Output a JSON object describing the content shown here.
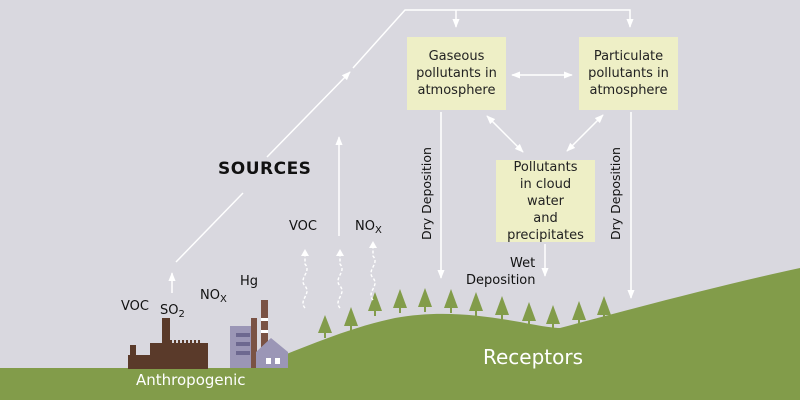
{
  "boxes": {
    "gaseous": "Gaseous\npollutants in\natmosphere",
    "particulate": "Particulate\npollutants in\natmosphere",
    "cloud": "Pollutants\nin cloud water\nand\nprecipitates"
  },
  "labels": {
    "sources": "SOURCES",
    "dry_deposition_1": "Dry Deposition",
    "dry_deposition_2": "Dry Deposition",
    "wet_deposition_line1": "Wet",
    "wet_deposition_line2": "Deposition",
    "receptors": "Receptors",
    "anthropogenic": "Anthropogenic",
    "voc_natural": "VOC",
    "nox_natural_base": "NO",
    "nox_natural_sub": "X",
    "voc_industry": "VOC",
    "so2_base": "SO",
    "so2_sub": "2",
    "nox_industry_base": "NO",
    "nox_industry_sub": "X",
    "hg": "Hg"
  },
  "colors": {
    "background": "#d9d8df",
    "box_fill": "#eeefc6",
    "ground": "#829c4a",
    "tree": "#829c4a",
    "arrow": "#ffffff",
    "factory": "#5a3a2a",
    "building": "#9b96b6"
  }
}
